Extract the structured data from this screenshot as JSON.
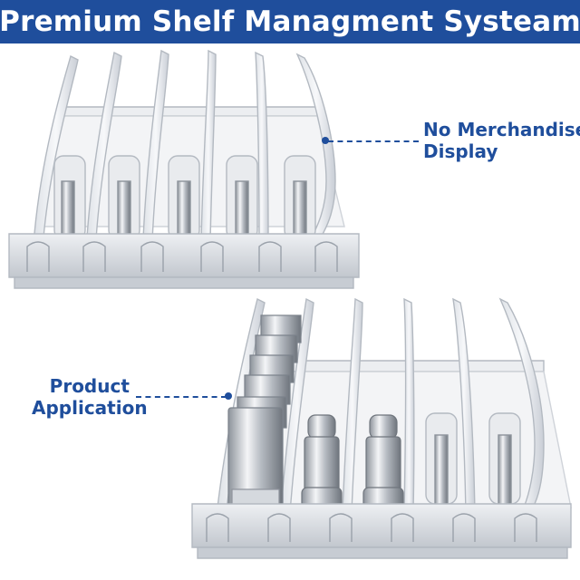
{
  "banner": {
    "title": "Premium Shelf Managment Systeam",
    "background_color": "#1f4e9c",
    "text_color": "#ffffff"
  },
  "callouts": {
    "top": {
      "line1": "No Merchandise",
      "line2": "Display"
    },
    "bottom": {
      "line1": "Product",
      "line2": "Application"
    }
  },
  "accent_color": "#1f4e9c",
  "images": {
    "top": "empty acrylic pusher shelf organizer with 6 lanes",
    "bottom": "acrylic pusher shelf organizer holding silver cosmetic boxes and lipstick tubes"
  }
}
